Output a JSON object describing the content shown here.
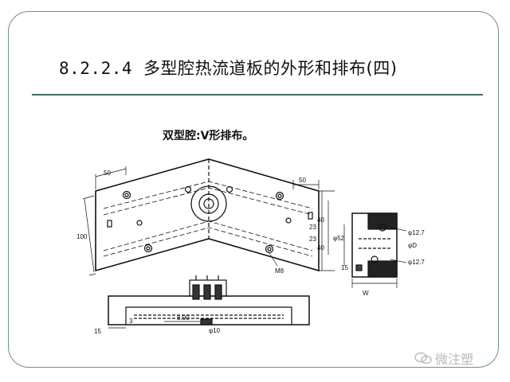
{
  "slide": {
    "section_number": "8.2.2.4",
    "title": "多型腔热流道板的外形和排布(四)",
    "caption": "双型腔:V形排布。"
  },
  "drawing": {
    "dims": {
      "d50_left": "50",
      "d50_right": "50",
      "d100": "100",
      "d40_top": "40",
      "d23_a": "23",
      "d23_b": "23",
      "d40_bottom": "40",
      "d52": "φ52",
      "d127_top": "φ12.7",
      "dD": "φD",
      "d127_bottom": "φ12.7",
      "d15_side": "15",
      "dW": "W",
      "dM8": "M8",
      "d15_bottom": "15",
      "d800": "8.00",
      "d10": "φ10",
      "d3": "3"
    }
  },
  "watermark": {
    "text": "微注塑"
  },
  "colors": {
    "frame": "#6e8f86",
    "rule": "#3f6b62",
    "ink": "#111111"
  }
}
